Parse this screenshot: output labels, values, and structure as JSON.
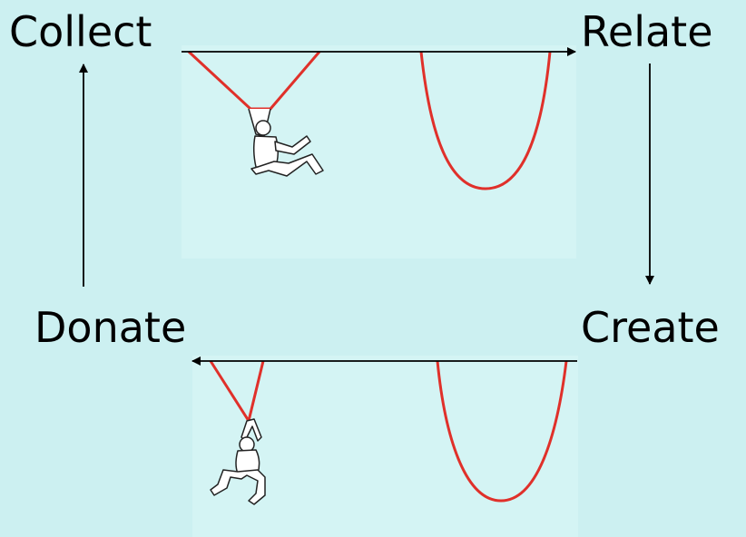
{
  "cycle": {
    "steps": [
      "Collect",
      "Relate",
      "Create",
      "Donate"
    ]
  },
  "colors": {
    "background": "#ccf0f1",
    "panel": "#d4f4f4",
    "rope": "#e0302a",
    "arrow": "#000000"
  }
}
